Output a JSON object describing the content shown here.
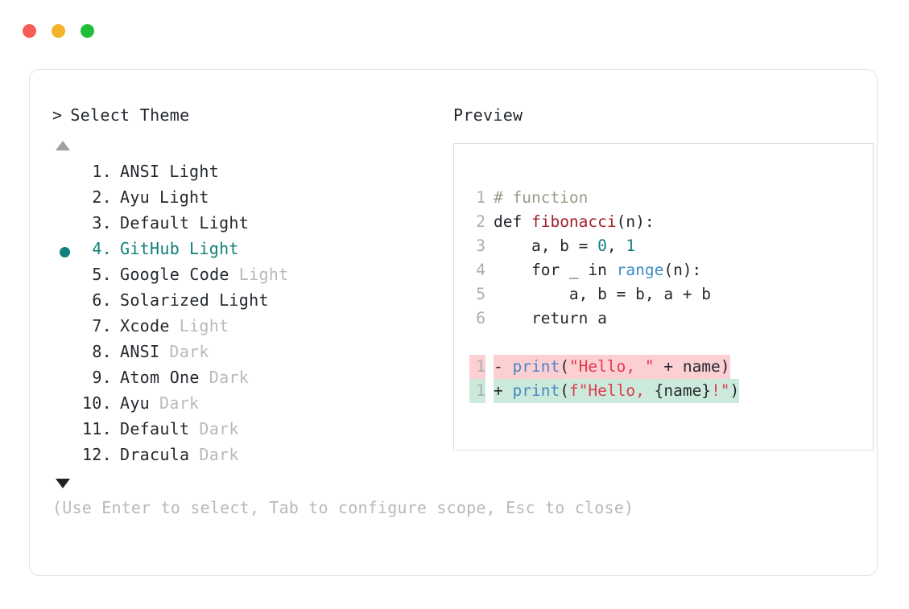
{
  "titlebar": {
    "dots": [
      {
        "name": "close-dot",
        "color": "#f75c57"
      },
      {
        "name": "minimize-dot",
        "color": "#f5b32a"
      },
      {
        "name": "maximize-dot",
        "color": "#22be3b"
      }
    ]
  },
  "selector": {
    "caret": ">",
    "title": "Select Theme",
    "scroll_up_icon": "triangle-up",
    "scroll_down_icon": "triangle-down",
    "selected_index": 4,
    "accent_color": "#11807a",
    "items": [
      {
        "number": "1.",
        "name": "ANSI",
        "suffix": "Light",
        "suffix_muted": false,
        "selected": false
      },
      {
        "number": "2.",
        "name": "Ayu",
        "suffix": "Light",
        "suffix_muted": false,
        "selected": false
      },
      {
        "number": "3.",
        "name": "Default",
        "suffix": "Light",
        "suffix_muted": false,
        "selected": false
      },
      {
        "number": "4.",
        "name": "GitHub",
        "suffix": "Light",
        "suffix_muted": false,
        "selected": true
      },
      {
        "number": "5.",
        "name": "Google Code",
        "suffix": "Light",
        "suffix_muted": true,
        "selected": false
      },
      {
        "number": "6.",
        "name": "Solarized",
        "suffix": "Light",
        "suffix_muted": false,
        "selected": false
      },
      {
        "number": "7.",
        "name": "Xcode",
        "suffix": "Light",
        "suffix_muted": true,
        "selected": false
      },
      {
        "number": "8.",
        "name": "ANSI",
        "suffix": "Dark",
        "suffix_muted": true,
        "selected": false
      },
      {
        "number": "9.",
        "name": "Atom One",
        "suffix": "Dark",
        "suffix_muted": true,
        "selected": false
      },
      {
        "number": "10.",
        "name": "Ayu",
        "suffix": "Dark",
        "suffix_muted": true,
        "selected": false
      },
      {
        "number": "11.",
        "name": "Default",
        "suffix": "Dark",
        "suffix_muted": true,
        "selected": false
      },
      {
        "number": "12.",
        "name": "Dracula",
        "suffix": "Dark",
        "suffix_muted": true,
        "selected": false
      }
    ]
  },
  "hint": "(Use Enter to select, Tab to configure scope, Esc to close)",
  "preview": {
    "label": "Preview",
    "code_lines": [
      {
        "lineno": "1",
        "tokens": [
          {
            "t": "# function",
            "c": "comment"
          }
        ]
      },
      {
        "lineno": "2",
        "tokens": [
          {
            "t": "def ",
            "c": "plain"
          },
          {
            "t": "fibonacci",
            "c": "func"
          },
          {
            "t": "(n):",
            "c": "plain"
          }
        ]
      },
      {
        "lineno": "3",
        "tokens": [
          {
            "t": "    a, b = ",
            "c": "plain"
          },
          {
            "t": "0",
            "c": "number"
          },
          {
            "t": ", ",
            "c": "plain"
          },
          {
            "t": "1",
            "c": "number"
          }
        ]
      },
      {
        "lineno": "4",
        "tokens": [
          {
            "t": "    for _ in ",
            "c": "plain"
          },
          {
            "t": "range",
            "c": "builtin"
          },
          {
            "t": "(n):",
            "c": "plain"
          }
        ]
      },
      {
        "lineno": "5",
        "tokens": [
          {
            "t": "        a, b = b, a + b",
            "c": "plain"
          }
        ]
      },
      {
        "lineno": "6",
        "tokens": [
          {
            "t": "    return a",
            "c": "plain"
          }
        ]
      }
    ],
    "diff_lines": [
      {
        "lineno": "1",
        "kind": "del",
        "marker": "- ",
        "bg": "#fccfd3",
        "tokens": [
          {
            "t": "print",
            "c": "call"
          },
          {
            "t": "(",
            "c": "plain"
          },
          {
            "t": "\"Hello, \"",
            "c": "string"
          },
          {
            "t": " + name)",
            "c": "plain"
          }
        ]
      },
      {
        "lineno": "1",
        "kind": "add",
        "marker": "+ ",
        "bg": "#cceadb",
        "tokens": [
          {
            "t": "print",
            "c": "call"
          },
          {
            "t": "(",
            "c": "plain"
          },
          {
            "t": "f\"Hello, ",
            "c": "string"
          },
          {
            "t": "{name}",
            "c": "plain"
          },
          {
            "t": "!\"",
            "c": "string"
          },
          {
            "t": ")",
            "c": "plain"
          }
        ]
      }
    ]
  }
}
